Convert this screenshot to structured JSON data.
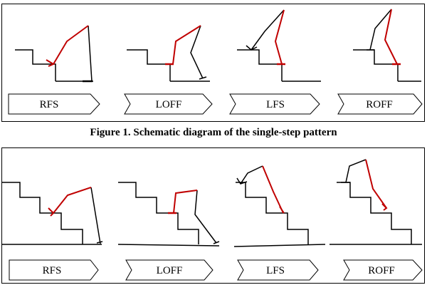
{
  "figure1": {
    "caption": "Figure 1. Schematic diagram of the single-step pattern",
    "phases": [
      "RFS",
      "LOFF",
      "LFS",
      "ROFF"
    ]
  },
  "figure2": {
    "phases": [
      "RFS",
      "LOFF",
      "LFS",
      "ROFF"
    ]
  },
  "colors": {
    "leg_red": "#c00000",
    "leg_black": "#000000",
    "outline": "#000000"
  }
}
